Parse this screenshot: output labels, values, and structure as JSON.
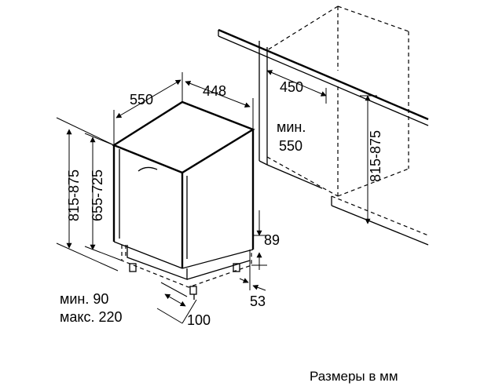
{
  "dimensions": {
    "depth": "550",
    "width": "448",
    "niche_width": "450",
    "niche_depth_line1": "мин.",
    "niche_depth_line2": "550",
    "height_total": "815-875",
    "height_body": "655-725",
    "niche_height": "815-875",
    "plinth_height": "89",
    "plinth_offset": "53",
    "foot_depth": "100",
    "plinth_range_line1": "мин. 90",
    "plinth_range_line2": "макс. 220"
  },
  "caption": "Размеры в мм"
}
